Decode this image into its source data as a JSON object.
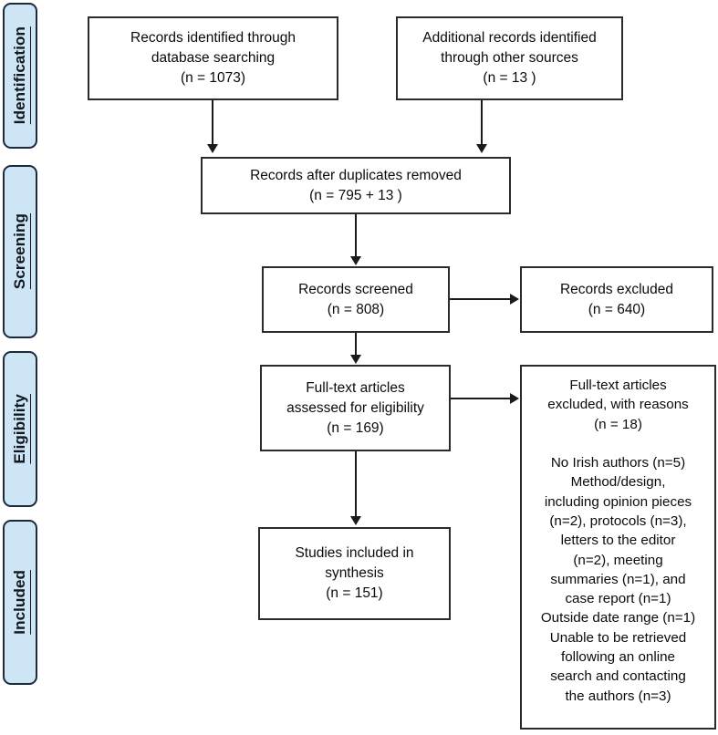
{
  "diagram": {
    "type": "prisma-flow-diagram",
    "colors": {
      "stage_tab_fill": "#cde5f5",
      "stage_tab_border": "#1b2a3d",
      "box_border": "#2b2b2b",
      "box_fill": "#ffffff",
      "connector": "#1a1a1a",
      "text": "#0b0b0b"
    },
    "stages": [
      {
        "label": "Identification"
      },
      {
        "label": "Screening"
      },
      {
        "label": "Eligibility"
      },
      {
        "label": "Included"
      }
    ],
    "boxes": {
      "records_identified": "Records identified through\ndatabase searching\n(n =  1073)",
      "additional_records": "Additional records identified\nthrough other sources\n(n =  13 )",
      "duplicates_removed": "Records after duplicates removed\n(n =  795 + 13 )",
      "records_screened": "Records screened\n(n =  808)",
      "records_excluded": "Records excluded\n(n =  640)",
      "fulltext_assessed": "Full-text articles\nassessed for eligibility\n(n =   169)",
      "fulltext_excluded": "Full-text articles\nexcluded, with reasons\n(n = 18)\n\nNo Irish authors (n=5)\nMethod/design,\nincluding opinion pieces\n(n=2), protocols (n=3),\nletters to the editor\n(n=2), meeting\nsummaries (n=1), and\ncase report (n=1)\nOutside date range (n=1)\nUnable to be retrieved\nfollowing an online\nsearch and contacting\nthe authors (n=3)",
      "studies_included": "Studies included in\nsynthesis\n(n = 151)"
    },
    "counts": {
      "records_identified_n": 1073,
      "additional_records_n": 13,
      "duplicates_removed_n": "795 + 13",
      "records_screened_n": 808,
      "records_excluded_n": 640,
      "fulltext_assessed_n": 169,
      "fulltext_excluded_n": 18,
      "studies_included_n": 151,
      "exclusion_reasons": [
        {
          "reason": "No Irish authors",
          "n": 5
        },
        {
          "reason": "Method/design, including opinion pieces",
          "n": 2
        },
        {
          "reason": "protocols",
          "n": 3
        },
        {
          "reason": "letters to the editor",
          "n": 2
        },
        {
          "reason": "meeting summaries",
          "n": 1
        },
        {
          "reason": "case report",
          "n": 1
        },
        {
          "reason": "Outside date range",
          "n": 1
        },
        {
          "reason": "Unable to be retrieved following an online search and contacting the authors",
          "n": 3
        }
      ]
    }
  }
}
